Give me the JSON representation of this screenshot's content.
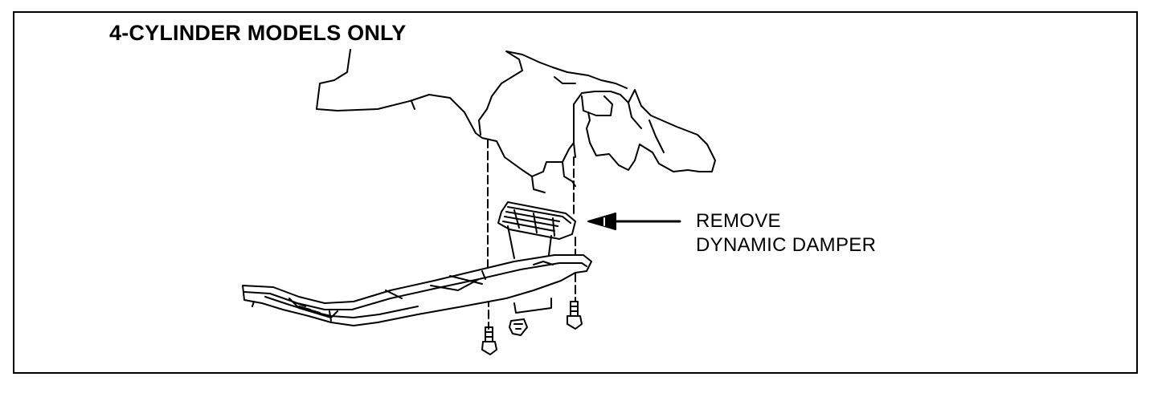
{
  "title": "4-CYLINDER MODELS ONLY",
  "callout": {
    "line1": "REMOVE",
    "line2": "DYNAMIC DAMPER"
  },
  "colors": {
    "ink": "#000000",
    "paper": "#ffffff",
    "shade": "#cfcfcf"
  }
}
